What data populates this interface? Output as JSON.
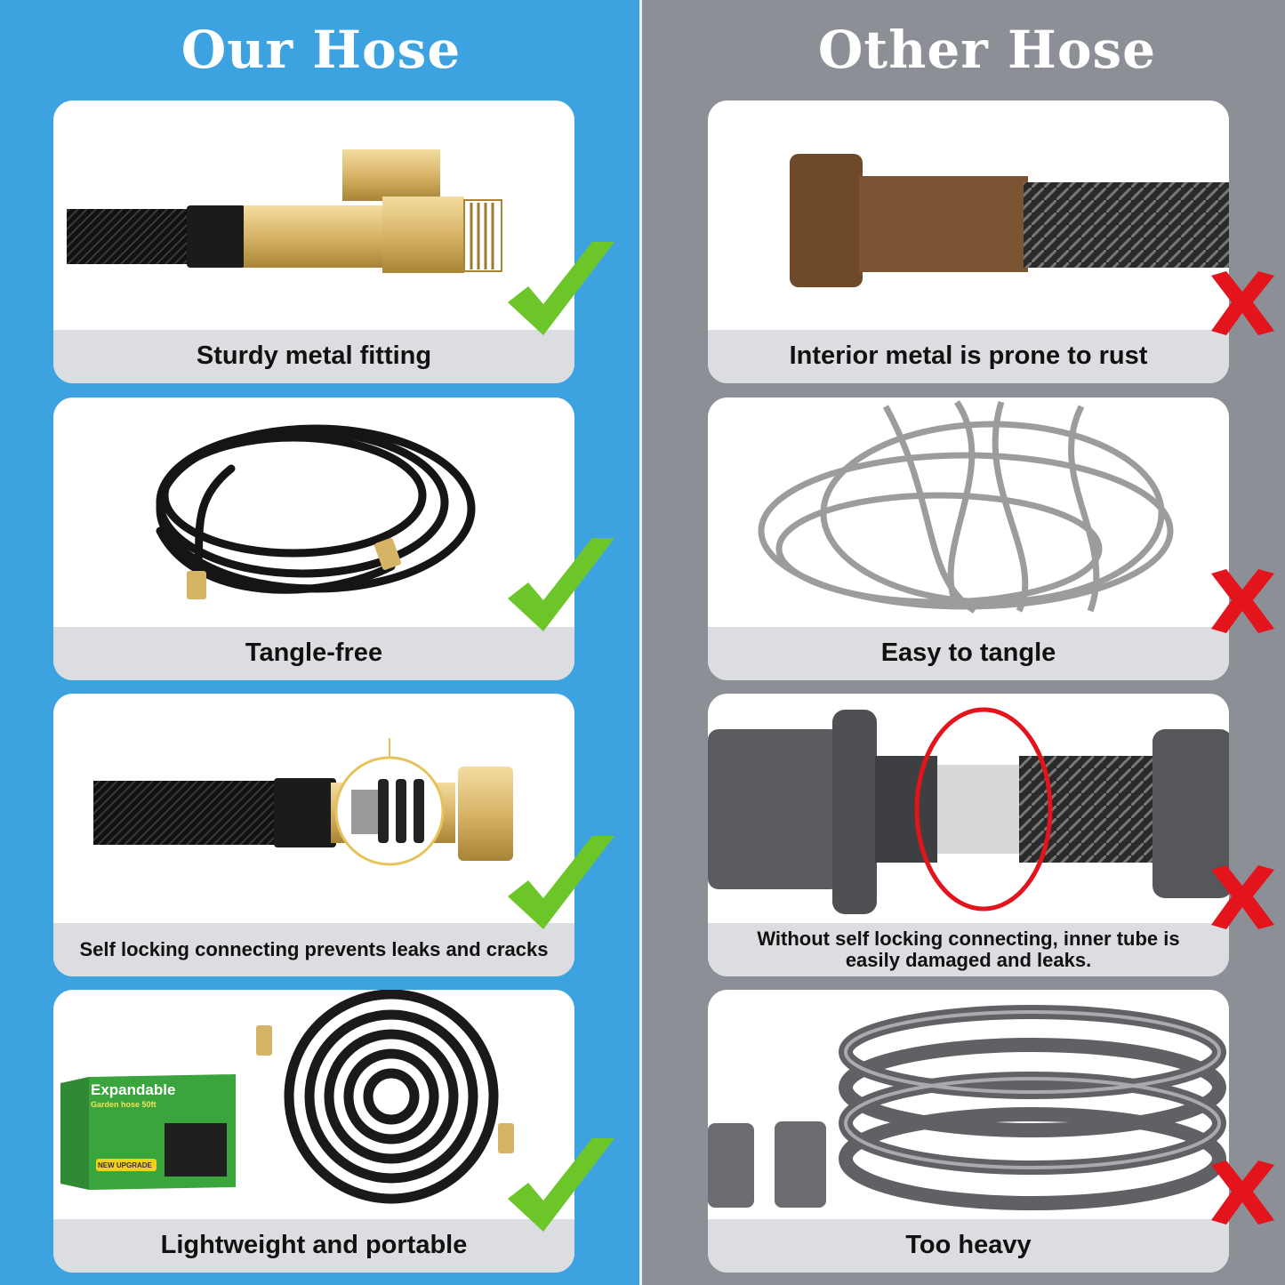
{
  "columns": {
    "left": {
      "title": "Our Hose",
      "color": "#3da3e0"
    },
    "right": {
      "title": "Other Hose",
      "color": "#8c9096"
    }
  },
  "ours": [
    {
      "caption": "Sturdy metal fitting",
      "icon": "check-icon"
    },
    {
      "caption": "Tangle-free",
      "icon": "check-icon"
    },
    {
      "caption": "Self locking connecting prevents leaks and cracks",
      "icon": "check-icon"
    },
    {
      "caption": "Lightweight and portable",
      "icon": "check-icon"
    }
  ],
  "others": [
    {
      "caption": "Interior metal is prone to rust",
      "icon": "cross-icon"
    },
    {
      "caption": "Easy to tangle",
      "icon": "cross-icon"
    },
    {
      "caption": "Without self locking connecting, inner tube is easily damaged and leaks.",
      "icon": "cross-icon"
    },
    {
      "caption": "Too heavy",
      "icon": "cross-icon"
    }
  ],
  "package": {
    "brand": "Expandable",
    "subtitle": "Garden hose 50ft",
    "badge": "NEW UPGRADE"
  },
  "colors": {
    "check": "#6cc62a",
    "cross": "#e3141b",
    "caption_bg": "#dcdde0"
  }
}
